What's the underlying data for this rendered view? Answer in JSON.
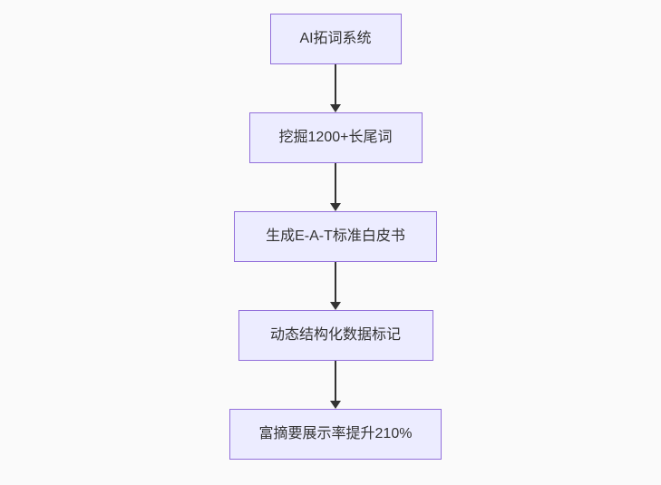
{
  "diagram": {
    "type": "flowchart",
    "direction": "top-down",
    "nodes": [
      {
        "id": "n1",
        "label": "AI拓词系统"
      },
      {
        "id": "n2",
        "label": "挖掘1200+长尾词"
      },
      {
        "id": "n3",
        "label": "生成E-A-T标准白皮书"
      },
      {
        "id": "n4",
        "label": "动态结构化数据标记"
      },
      {
        "id": "n5",
        "label": "富摘要展示率提升210%"
      }
    ],
    "edges": [
      {
        "from": "n1",
        "to": "n2",
        "style": "arrow-down"
      },
      {
        "from": "n2",
        "to": "n3",
        "style": "arrow-down"
      },
      {
        "from": "n3",
        "to": "n4",
        "style": "arrow-down"
      },
      {
        "from": "n4",
        "to": "n5",
        "style": "arrow-down"
      }
    ],
    "colors": {
      "node_fill": "#ECECFF",
      "node_border": "#9370DB",
      "arrow": "#333333",
      "text": "#333333",
      "background": "#fafafa"
    }
  }
}
